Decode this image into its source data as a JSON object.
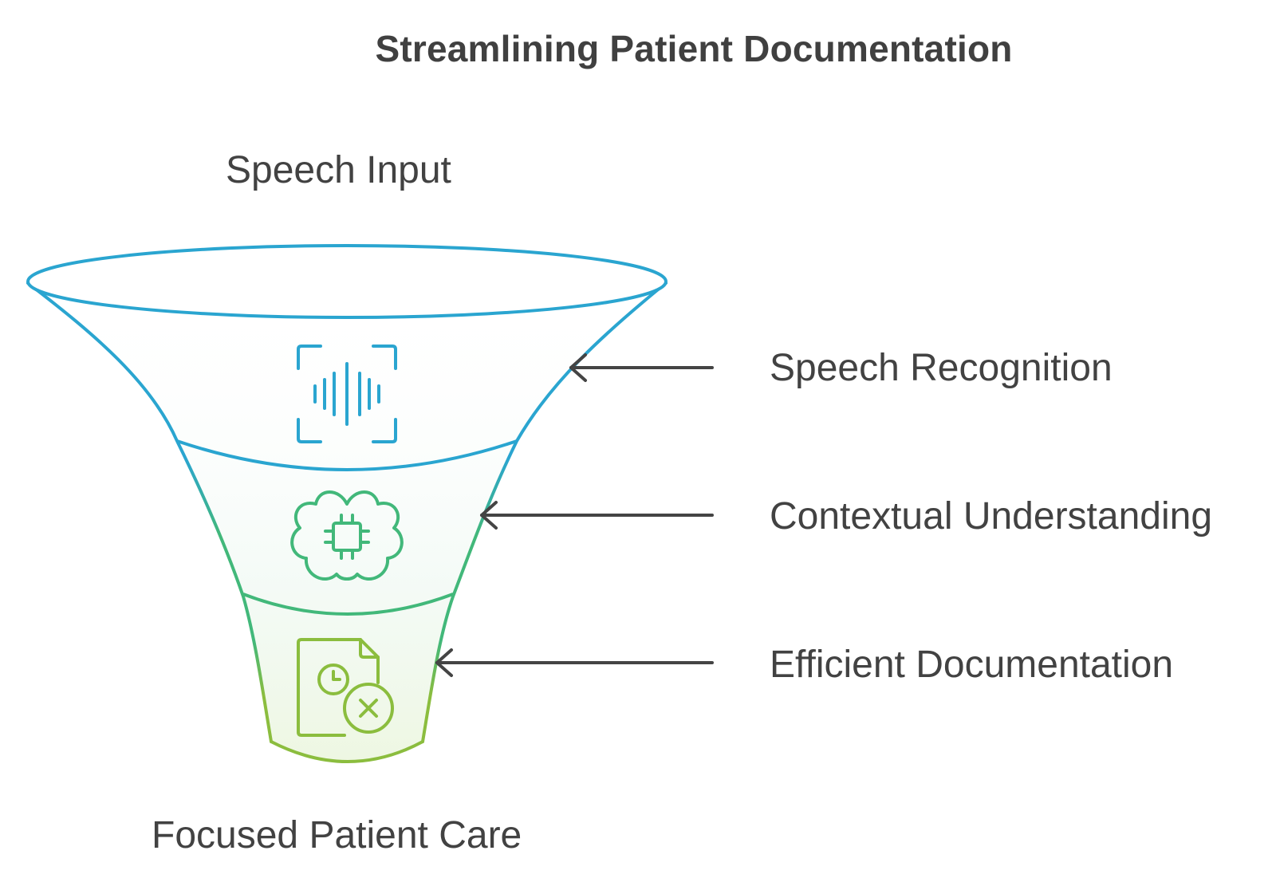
{
  "title": "Streamlining Patient Documentation",
  "input_label": "Speech Input",
  "output_label": "Focused Patient Care",
  "stages": [
    {
      "label": "Speech Recognition",
      "icon": "waveform-scan-icon",
      "color": "#2aa5d0"
    },
    {
      "label": "Contextual Understanding",
      "icon": "brain-chip-icon",
      "color": "#42b87a"
    },
    {
      "label": "Efficient Documentation",
      "icon": "document-clock-cancel-icon",
      "color": "#8bbd3e"
    }
  ],
  "colors": {
    "top": "#2aa5d0",
    "middle": "#42b87a",
    "bottom": "#8bbd3e",
    "arrow": "#444444",
    "text": "#424242"
  }
}
